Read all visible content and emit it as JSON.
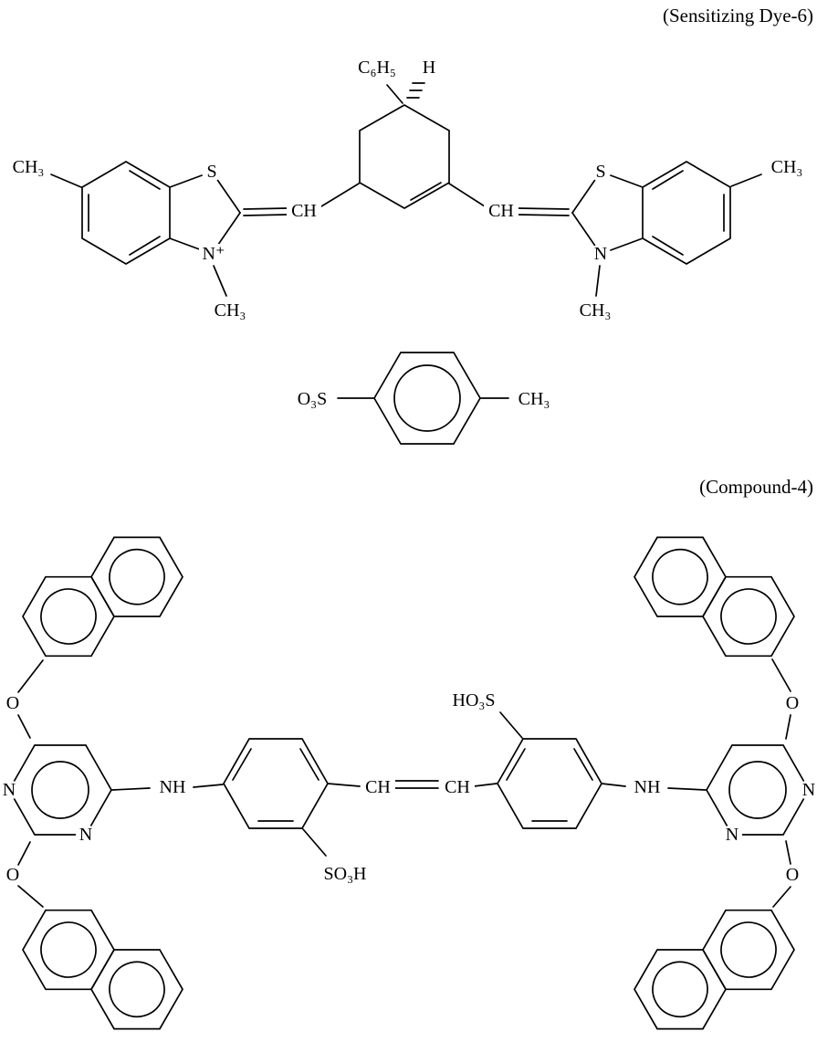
{
  "page": {
    "background": "#ffffff",
    "ink": "#000000"
  },
  "dye6": {
    "title": "(Sensitizing Dye-6)",
    "labels": {
      "c6h5": "C₆H₅",
      "h": "H",
      "s": "S",
      "n_plus": "N⁺",
      "n": "N",
      "ch": "CH",
      "ch3": "CH₃"
    }
  },
  "tosylate": {
    "o3s": "O₃S",
    "ch3": "CH₃"
  },
  "compound4": {
    "title": "(Compound-4)",
    "labels": {
      "o": "O",
      "n": "N",
      "nh": "NH",
      "ch": "CH",
      "so3h": "SO₃H",
      "ho3s": "HO₃S"
    }
  }
}
